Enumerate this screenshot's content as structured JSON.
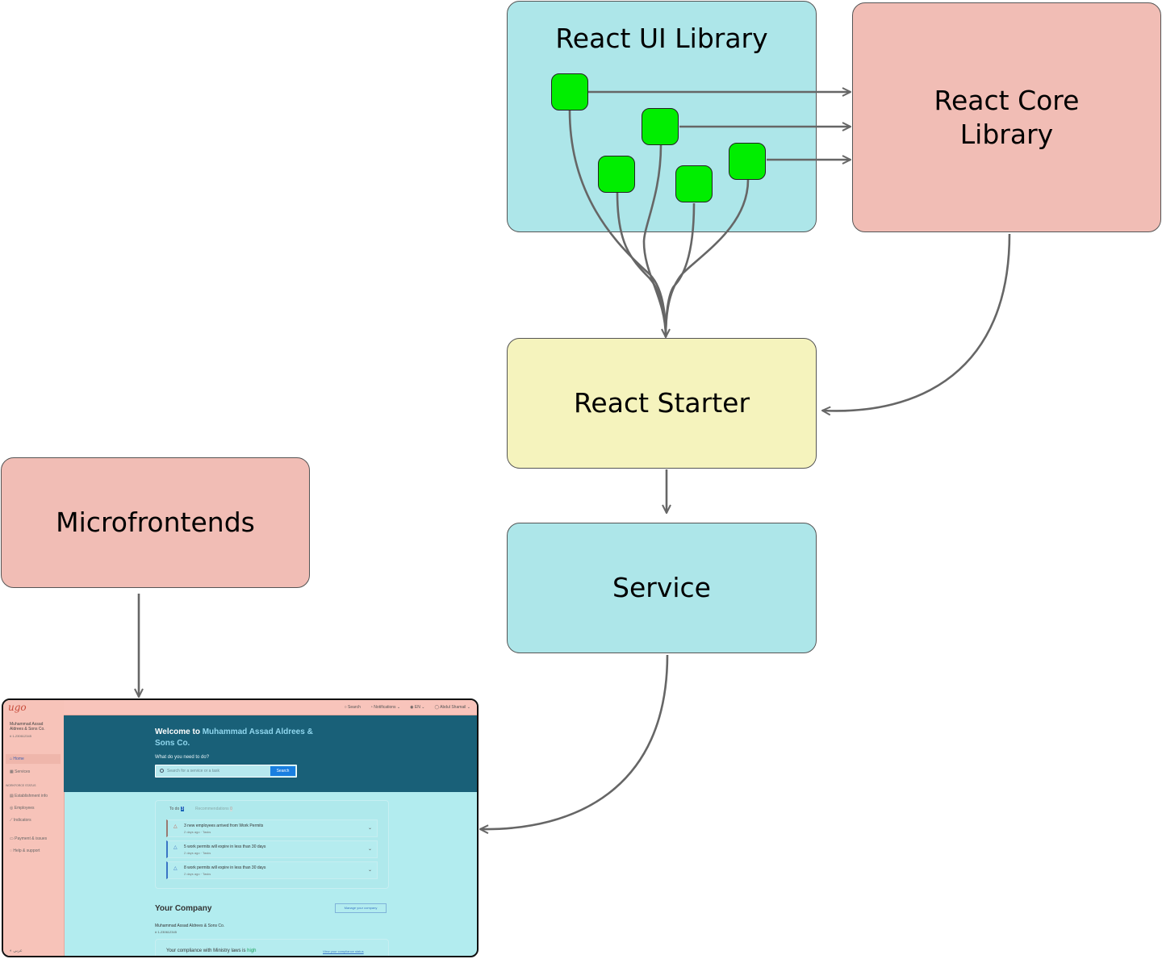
{
  "diagram": {
    "ui_library": "React UI Library",
    "core_library": "React Core Library",
    "starter": "React Starter",
    "service": "Service",
    "microfrontends": "Microfrontends"
  },
  "screenshot": {
    "logo": "ugo",
    "topbar": {
      "search": "Search",
      "notifications": "Notifications",
      "language": "EN",
      "user": "Abdul Shamail"
    },
    "sidebar": {
      "company_name": "Muhammad Assad Aldrees & Sons Co.",
      "company_id": "# 1-230612345",
      "home": "Home",
      "services": "Services",
      "section": "WORKFORCE STATUS",
      "establishment_info": "Establishment info",
      "employees": "Employees",
      "indicators": "Indicators",
      "payments": "Payment & issues",
      "help": "Help & support",
      "lang": "عربي"
    },
    "welcome_prefix": "Welcome to ",
    "welcome_company": "Muhammad Assad Aldrees & Sons Co.",
    "question": "What do you need to do?",
    "search_placeholder": "Search for a service or a task",
    "search_button": "Search",
    "tabs": {
      "todo": "To do",
      "todo_count": "3",
      "recommendations": "Recommendations",
      "rec_count": "0"
    },
    "tasks": [
      {
        "title": "3 new employees arrived from Work Permits",
        "sub": "2 days ago · Tasks"
      },
      {
        "title": "5 work permits will expire in less than 30 days",
        "sub": "2 days ago · Tasks"
      },
      {
        "title": "8 work permits will expire in less than 30 days",
        "sub": "2 days ago · Tasks"
      }
    ],
    "your_company": "Your Company",
    "manage_button": "Manage your company",
    "company_line": "Muhammad Assad Aldrees & Sons Co.",
    "company_sub": "# 1-230612345",
    "compliance_prefix": "Your compliance with Ministry laws is ",
    "compliance_level": "high",
    "compliance_link": "View your compliance status"
  },
  "colors": {
    "cyan": "#ade6e9",
    "pink": "#f1bdb5",
    "yellow": "#f5f3bd",
    "component_green": "#00ee00",
    "arrow": "#666666"
  }
}
